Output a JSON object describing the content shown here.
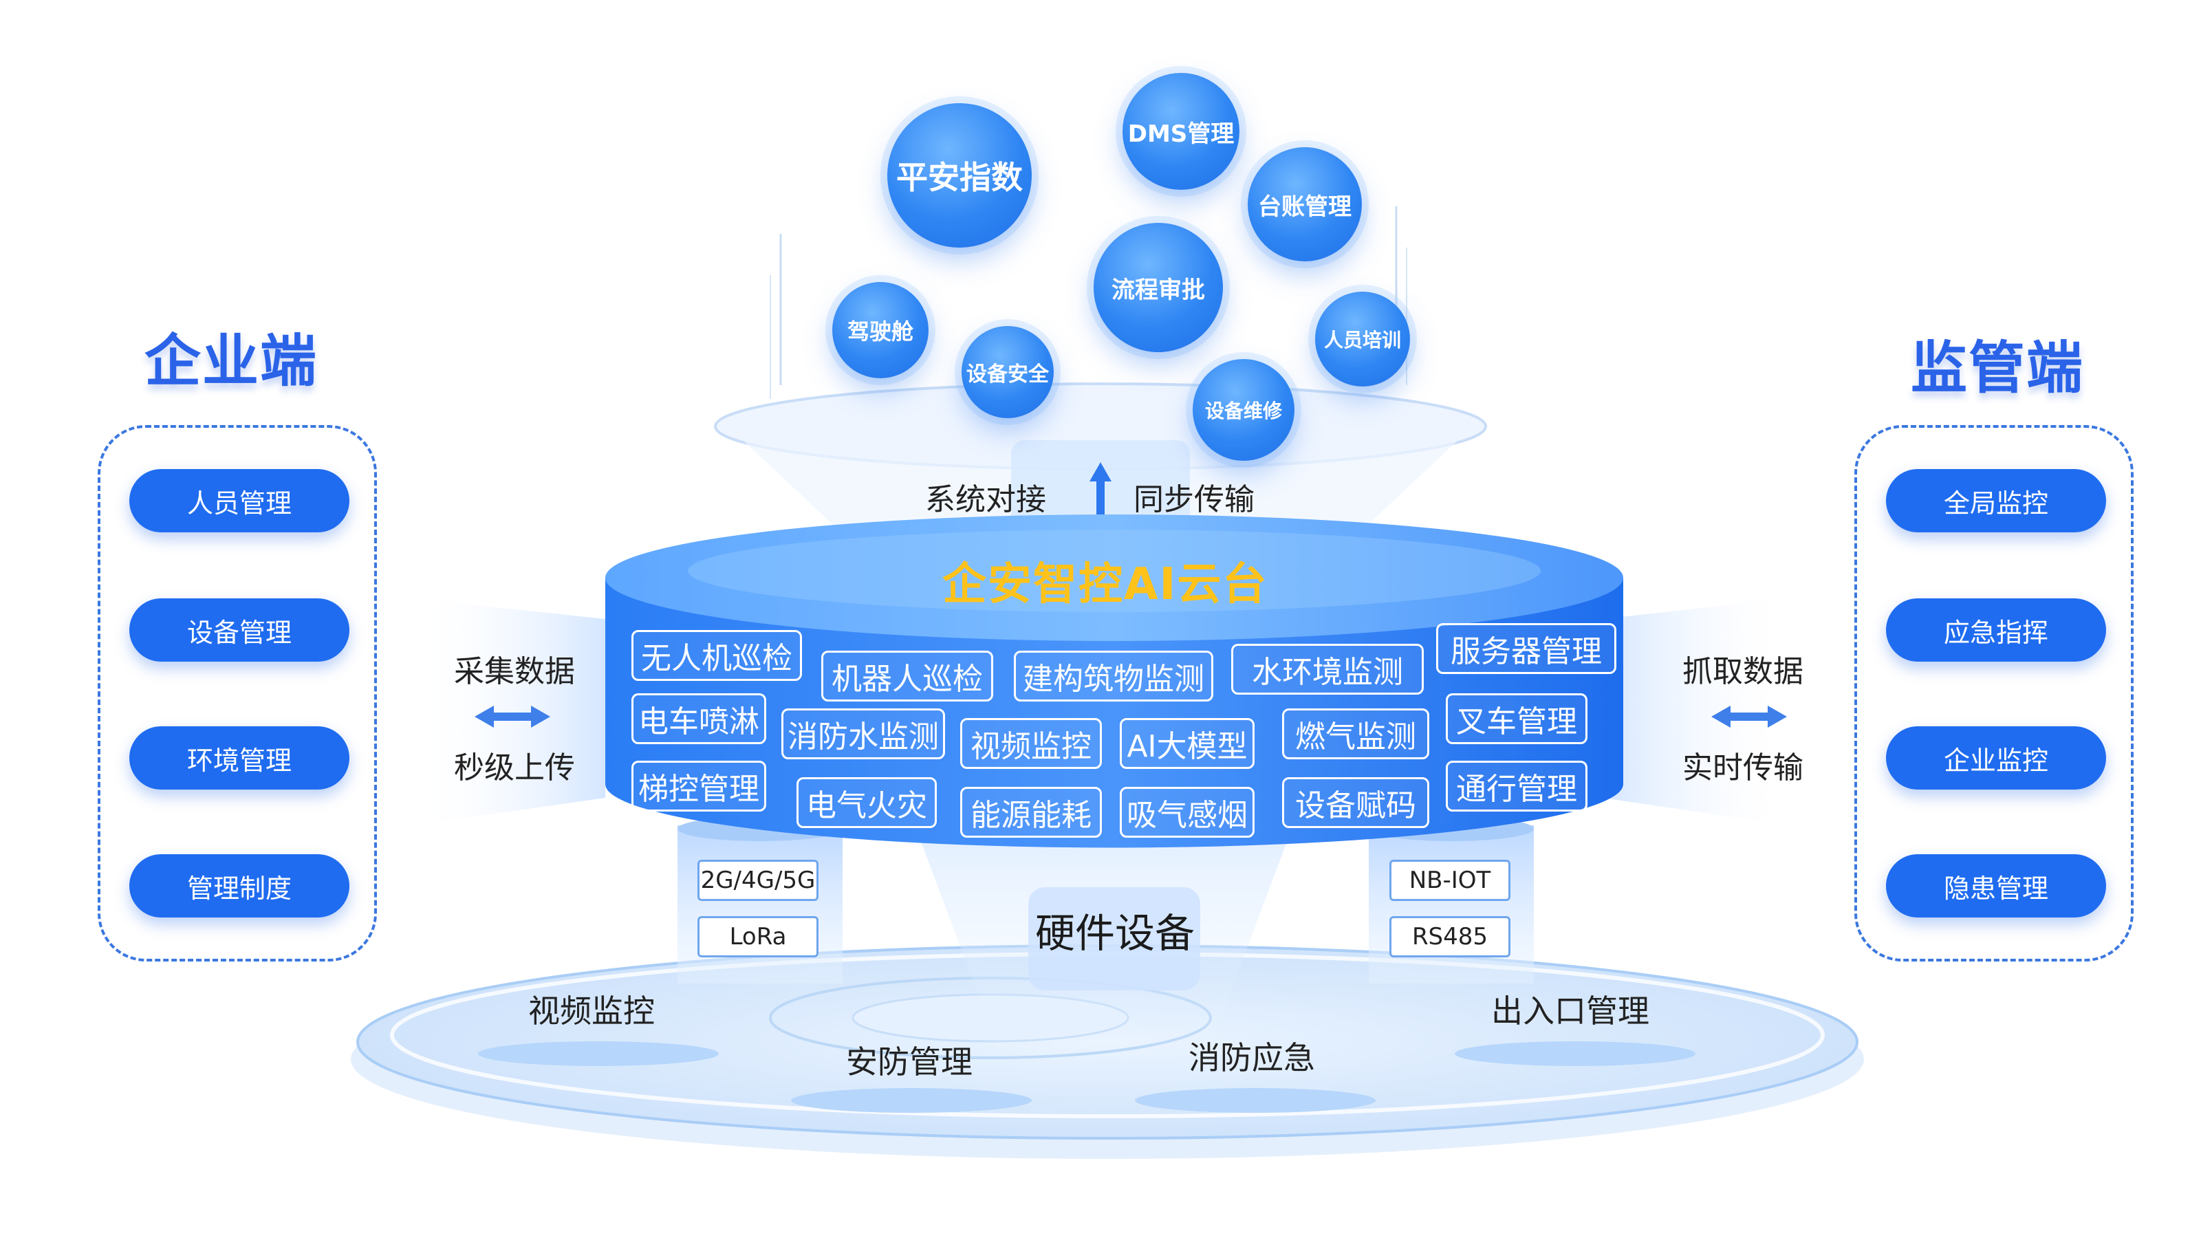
{
  "enterprise": {
    "title": "企业端",
    "items": [
      "人员管理",
      "设备管理",
      "环境管理",
      "管理制度"
    ]
  },
  "regulator": {
    "title": "监管端",
    "items": [
      "全局监控",
      "应急指挥",
      "企业监控",
      "隐患管理"
    ]
  },
  "bubbles": [
    "平安指数",
    "DMS管理",
    "台账管理",
    "驾驶舱",
    "流程审批",
    "人员培训",
    "设备安全",
    "设备维修"
  ],
  "link": {
    "left": "系统对接",
    "right": "同步传输"
  },
  "collect": {
    "top": "采集数据",
    "bottom": "秒级上传"
  },
  "fetch": {
    "top": "抓取数据",
    "bottom": "实时传输"
  },
  "platform": {
    "title": "企安智控AI云台",
    "tags": [
      "无人机巡检",
      "机器人巡检",
      "建构筑物监测",
      "水环境监测",
      "服务器管理",
      "电车喷淋",
      "消防水监测",
      "视频监控",
      "AI大模型",
      "燃气监测",
      "叉车管理",
      "梯控管理",
      "电气火灾",
      "能源能耗",
      "吸气感烟",
      "设备赋码",
      "通行管理"
    ]
  },
  "network": {
    "left": [
      "2G/4G/5G",
      "LoRa"
    ],
    "right": [
      "NB-IOT",
      "RS485"
    ]
  },
  "hardware": "硬件设备",
  "base": [
    "视频监控",
    "安防管理",
    "消防应急",
    "出入口管理"
  ],
  "colors": {
    "primary": "#1f6cf0",
    "title_gold": "#ffc21a",
    "panel_border": "#3b78e0"
  }
}
